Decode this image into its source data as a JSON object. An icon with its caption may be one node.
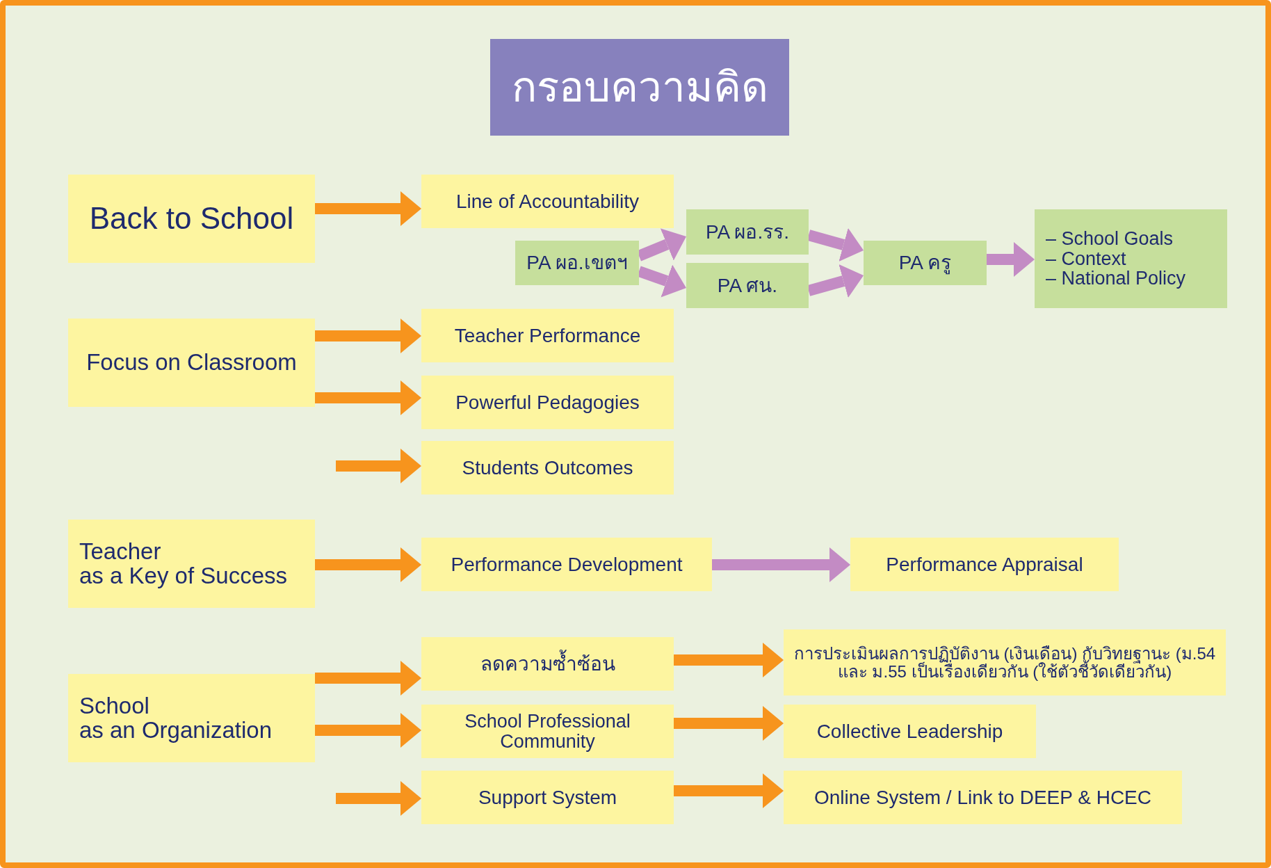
{
  "diagram": {
    "title": "กรอบความคิด",
    "nodes": [
      {
        "text": [
          "Back to School"
        ]
      },
      {
        "text": [
          "Line of Accountability"
        ]
      },
      {
        "text": [
          "PA ผอ.รร."
        ]
      },
      {
        "text": [
          "PA ผอ.เขตฯ"
        ]
      },
      {
        "text": [
          "PA ศน."
        ]
      },
      {
        "text": [
          "PA ครู"
        ]
      },
      {
        "text": [
          "– School Goals",
          "– Context",
          "– National Policy"
        ]
      },
      {
        "text": [
          "Focus on Classroom"
        ]
      },
      {
        "text": [
          "Teacher Performance"
        ]
      },
      {
        "text": [
          "Powerful Pedagogies"
        ]
      },
      {
        "text": [
          "Students Outcomes"
        ]
      },
      {
        "text": [
          "Teacher",
          "as a Key of Success"
        ]
      },
      {
        "text": [
          "Performance Development"
        ]
      },
      {
        "text": [
          "Performance Appraisal"
        ]
      },
      {
        "text": [
          "School",
          "as an Organization"
        ]
      },
      {
        "text": [
          "ลดความซ้ำซ้อน"
        ]
      },
      {
        "text": [
          "การประเมินผลการปฏิบัติงาน (เงินเดือน) กับวิทยฐานะ (ม.54 และ ม.55 เป็นเรื่องเดียวกัน (ใช้ตัวชี้วัดเดียวกัน)"
        ]
      },
      {
        "text": [
          "School Professional Community"
        ]
      },
      {
        "text": [
          "Collective Leadership"
        ]
      },
      {
        "text": [
          "Support System"
        ]
      },
      {
        "text": [
          "Online System / Link to DEEP & HCEC"
        ]
      }
    ],
    "edges": [
      {
        "from": 0,
        "to": 1,
        "arrow": "to"
      },
      {
        "from": 3,
        "to": 2,
        "arrow": "to",
        "color": "#c38bc4"
      },
      {
        "from": 3,
        "to": 4,
        "arrow": "to",
        "color": "#c38bc4"
      },
      {
        "from": 2,
        "to": 5,
        "arrow": "to",
        "color": "#c38bc4"
      },
      {
        "from": 4,
        "to": 5,
        "arrow": "to",
        "color": "#c38bc4"
      },
      {
        "from": 5,
        "to": 6,
        "arrow": "to",
        "color": "#c38bc4"
      },
      {
        "from": 7,
        "to": 8,
        "arrow": "to"
      },
      {
        "from": 7,
        "to": 9,
        "arrow": "to"
      },
      {
        "from": null,
        "to": 10,
        "arrow": "to"
      },
      {
        "from": 11,
        "to": 12,
        "arrow": "to"
      },
      {
        "from": 12,
        "to": 13,
        "arrow": "to",
        "color": "#c38bc4"
      },
      {
        "from": 14,
        "to": 15,
        "arrow": "to"
      },
      {
        "from": 15,
        "to": 16,
        "arrow": "to"
      },
      {
        "from": 14,
        "to": 17,
        "arrow": "to"
      },
      {
        "from": null,
        "to": 19,
        "arrow": "to"
      },
      {
        "from": 17,
        "to": 18,
        "arrow": "to"
      },
      {
        "from": 19,
        "to": 20,
        "arrow": "to"
      }
    ]
  }
}
